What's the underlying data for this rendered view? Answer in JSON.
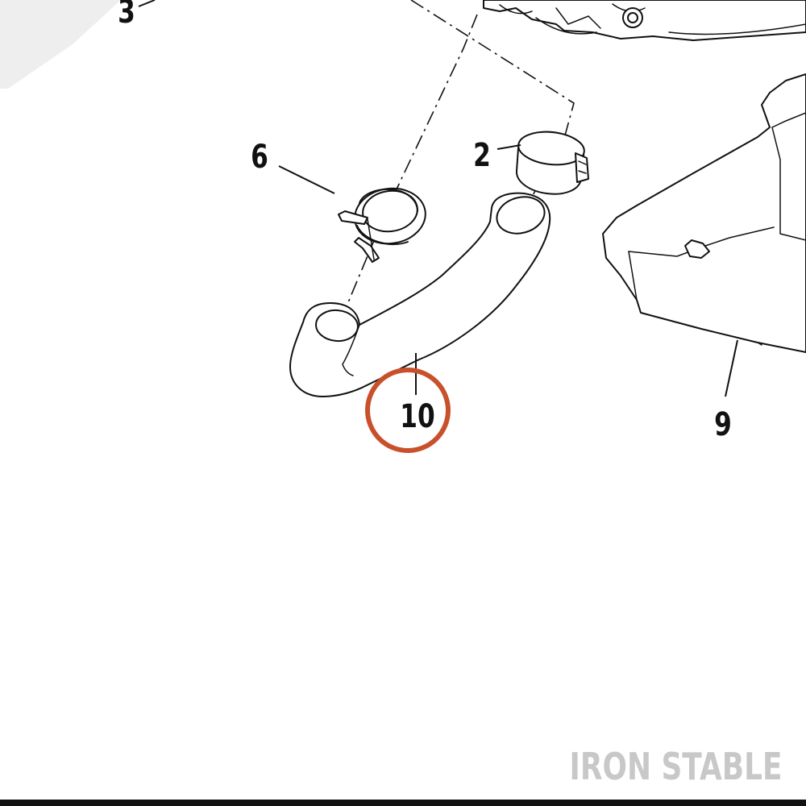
{
  "callouts": {
    "c3": "3",
    "c6": "6",
    "c2": "2",
    "c10": "10",
    "c9": "9"
  },
  "highlight": {
    "target": "10",
    "color": "#c8502a"
  },
  "watermark": "IRON STABLE"
}
